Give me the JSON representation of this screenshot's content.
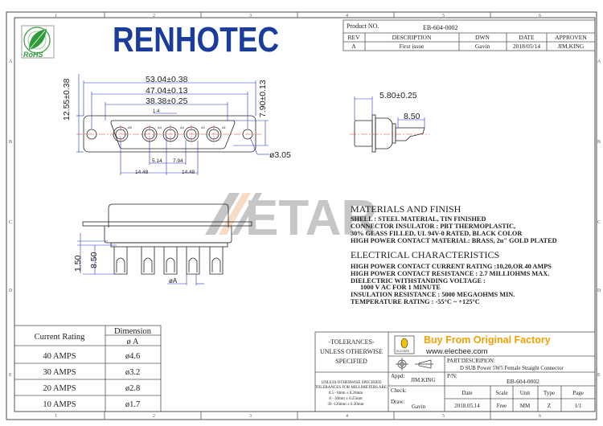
{
  "brand": {
    "name": "RENHOTEC",
    "rohs_logo_text": "RoHS",
    "color": "#1a3c9a"
  },
  "watermark": {
    "text": "ETAR"
  },
  "ruler": {
    "columns": [
      "1",
      "2",
      "3",
      "4",
      "5",
      "6"
    ],
    "rows": [
      "A",
      "B",
      "C",
      "D",
      "E"
    ]
  },
  "revision": {
    "product_no_label": "Product NO.",
    "product_no": "EB-604-0002",
    "headers": [
      "REV",
      "DESCRIPTION",
      "DWN",
      "DATE",
      "APPROVEN"
    ],
    "row": [
      "A",
      "First issue",
      "Gavin",
      "2018/05/14",
      "JIM.KING"
    ]
  },
  "front_view": {
    "dims": {
      "overall": "53.04±0.38",
      "mount": "47.04±0.13",
      "shell": "38.38±0.25",
      "offset": "1.4",
      "height": "12.55±0.38",
      "shell_height": "7.90±0.13",
      "hole": "ø3.05",
      "pitch1": "5.14",
      "pitch2": "7.94",
      "span_left": "14.48",
      "span_right": "14.48"
    },
    "pins": [
      "A5",
      "A4",
      "A3",
      "A2",
      "A1"
    ]
  },
  "side_view": {
    "dims": {
      "depth": "5.80±0.25",
      "tail": "8.50"
    }
  },
  "bottom_view": {
    "dims": {
      "standoff": "1.50",
      "tail": "8.50",
      "dia": "øA"
    }
  },
  "materials": {
    "title": "MATERIALS AND FINISH",
    "lines": [
      "SHELL : STEEL MATERIAL, TIN FINISHED",
      "CONNECTOR INSULATOR : PBT THERMOPLASTIC,",
      "30% GLASS FILLED, UL 94V-0 RATED, BLACK COLOR",
      "HIGH POWER CONTACT MATERIAL: BRASS, 2u\" GOLD PLATED"
    ]
  },
  "electrical": {
    "title": "ELECTRICAL CHARACTERISTICS",
    "lines": [
      "HIGH POWER CONTACT CURRENT RATING :10,20,OR 40 AMPS",
      "HIGH POWER CONTACT RESISTANCE : 2.7 MILLIOHMS MAX.",
      "DIELECTRIC WITHSTANDING VOLTAGE :",
      "   1000 V AC FOR 1 MINUTE",
      "INSULATION RESISTANCE : 5000 MEGAOHMS MIN.",
      "TEMPERATURE RATING : -55°C ~ +125°C"
    ]
  },
  "rating_table": {
    "header_rating": "Current Rating",
    "header_dim": "Dimension",
    "header_sub": "ø A",
    "rows": [
      [
        "40 AMPS",
        "ø4.6"
      ],
      [
        "30 AMPS",
        "ø3.2"
      ],
      [
        "20 AMPS",
        "ø2.8"
      ],
      [
        "10 AMPS",
        "ø1.7"
      ]
    ]
  },
  "title_block": {
    "tolerances": [
      "-TOLERANCES-",
      "UNLESS OTHERWISE",
      "SPECIFIED"
    ],
    "tol_detail": [
      "UNLESS OTHERWISE SPECIFIED",
      "TOLERANCES FOR MILLIMETERS ARE:",
      "0.5 - 8mm ± 0.20mm",
      "8 - 30mm ± 0.25mm",
      "30 -120mm ± 0.30mm"
    ],
    "buy": "Buy From Original Factory",
    "site": "www.elecbee.com",
    "elecbee_logo": "ELECBEE",
    "part_desc_label": "PART DESCRIPION:",
    "part_desc": "D SUB Power 5W5 Female Straight Connector",
    "appd_label": "Appd:",
    "appd": "JIM.KING",
    "pn_label": "P/N:",
    "pn": "EB-604-0002",
    "check_label": "Check:",
    "draw_label": "Draw:",
    "draw": "Gavin",
    "headers": [
      "Date",
      "Scale",
      "Unit",
      "Type",
      "Page"
    ],
    "values": [
      "2018.05.14",
      "Free",
      "MM",
      "Z",
      "1/1"
    ],
    "accent": "#f5a000"
  }
}
